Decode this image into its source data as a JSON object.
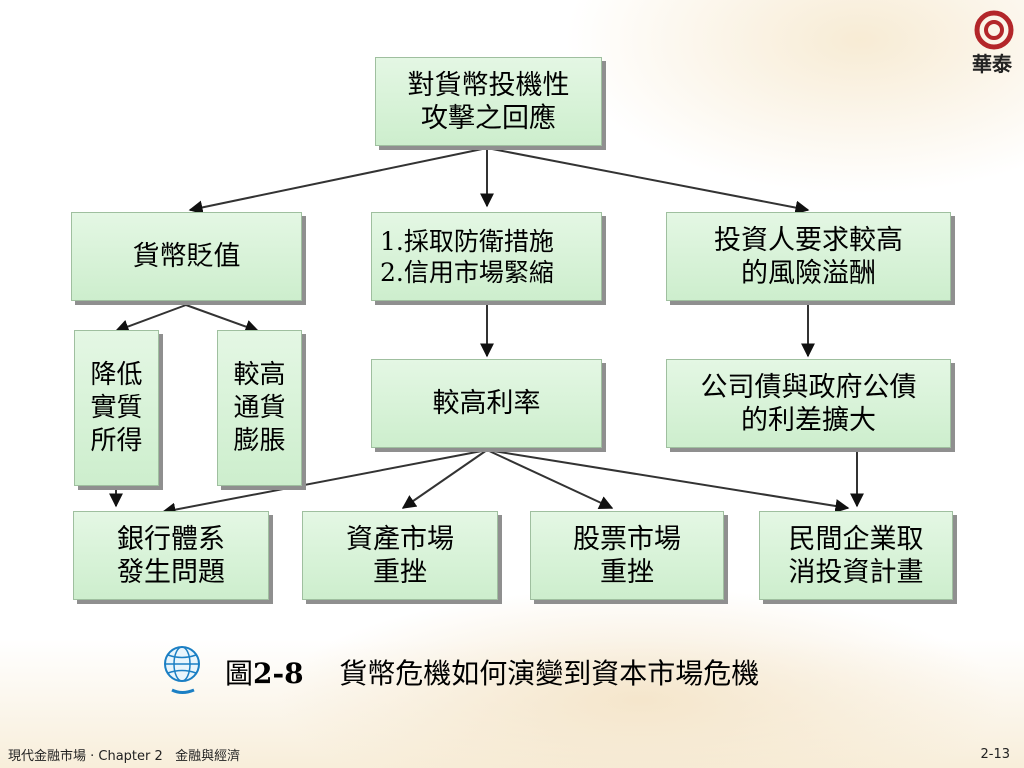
{
  "brand": {
    "logo_text": "華泰"
  },
  "diagram": {
    "nodes": {
      "root": "對貨幣投機性\n攻擊之回應",
      "depreciation": "貨幣貶值",
      "defense": "1.採取防衛措施\n2.信用市場緊縮",
      "risk_premium": "投資人要求較高\n的風險溢酬",
      "lower_income": "降低\n實質\n所得",
      "higher_inflation": "較高\n通貨\n膨脹",
      "higher_rate": "較高利率",
      "spread": "公司債與政府公債\n的利差擴大",
      "bank_problem": "銀行體系\n發生問題",
      "asset_market": "資產市場\n重挫",
      "stock_market": "股票市場\n重挫",
      "private_invest": "民間企業取\n消投資計畫"
    }
  },
  "caption": {
    "fig_prefix": "圖",
    "fig_number": "2-8",
    "title": "貨幣危機如何演變到資本市場危機"
  },
  "footer": {
    "left": "現代金融市場 · Chapter 2   金融與經濟",
    "page": "2-13"
  }
}
